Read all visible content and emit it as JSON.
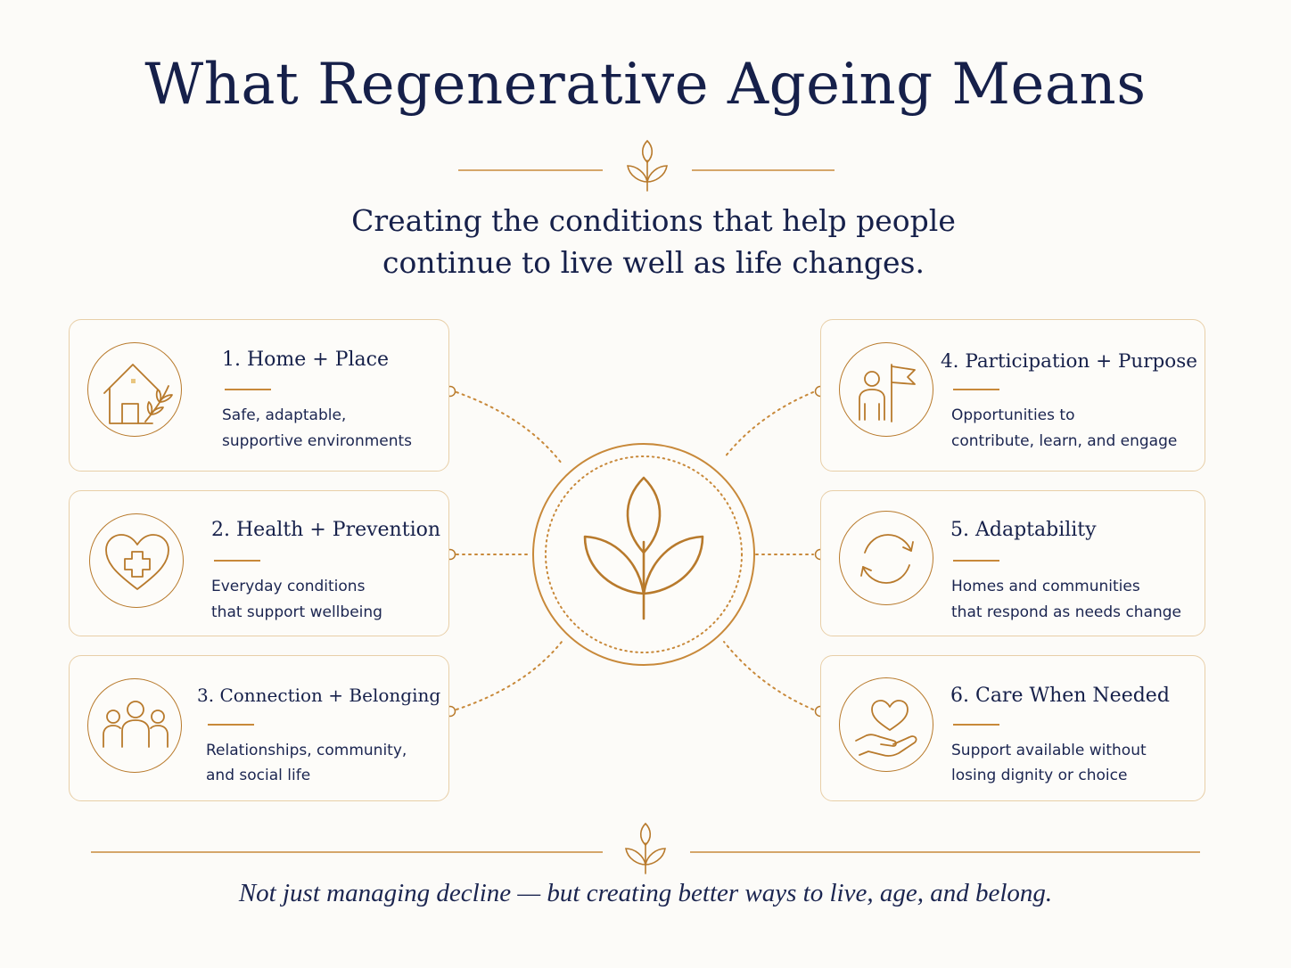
{
  "header": {
    "title": "What Regenerative Ageing Means",
    "subtitle_line1": "Creating the conditions that help people",
    "subtitle_line2": "continue to live well as life changes."
  },
  "cards": [
    {
      "title": "1. Home + Place",
      "desc_line1": "Safe, adaptable,",
      "desc_line2": "supportive environments",
      "icon": "house-sprig-icon"
    },
    {
      "title": "2. Health + Prevention",
      "desc_line1": "Everyday conditions",
      "desc_line2": "that support wellbeing",
      "icon": "heart-cross-icon"
    },
    {
      "title": "3. Connection + Belonging",
      "desc_line1": "Relationships, community,",
      "desc_line2": "and social life",
      "icon": "people-group-icon"
    },
    {
      "title": "4. Participation + Purpose",
      "desc_line1": "Opportunities to",
      "desc_line2": "contribute, learn, and engage",
      "icon": "person-flag-icon"
    },
    {
      "title": "5. Adaptability",
      "desc_line1": "Homes and communities",
      "desc_line2": "that respond as needs change",
      "icon": "cycle-arrows-icon"
    },
    {
      "title": "6. Care When Needed",
      "desc_line1": "Support available without",
      "desc_line2": "losing dignity or choice",
      "icon": "hand-heart-icon"
    }
  ],
  "center": {
    "icon": "sprout-icon"
  },
  "footer": {
    "tagline": "Not just managing decline — but creating better ways to live, age, and belong."
  },
  "colors": {
    "navy": "#16204a",
    "gold": "#b87a2c",
    "card_border": "#e8cfa8",
    "background": "#fcfbf8"
  }
}
